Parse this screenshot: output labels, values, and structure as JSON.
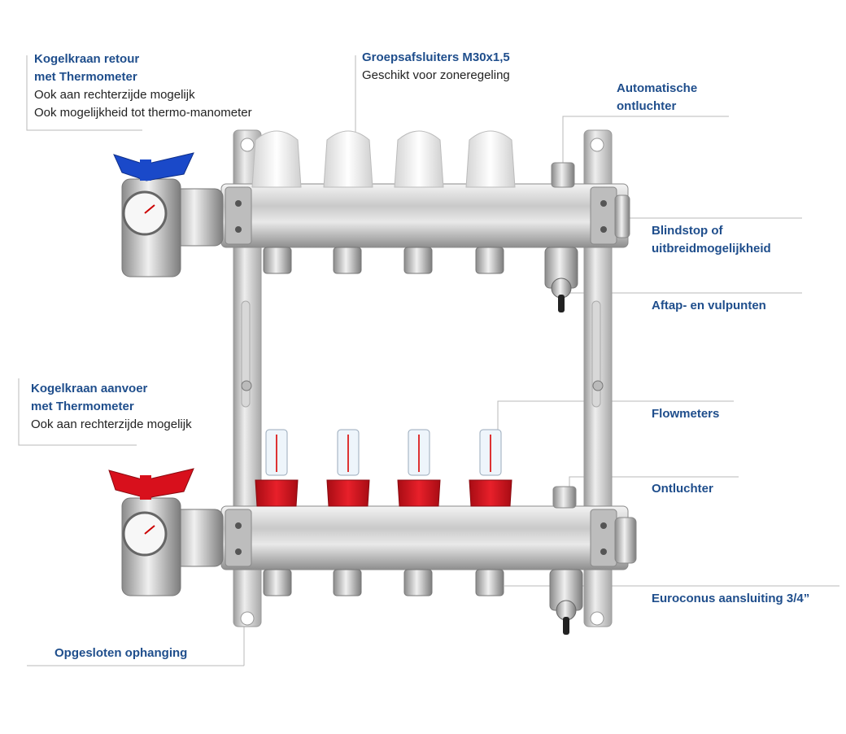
{
  "labels": {
    "return_valve": {
      "title": [
        "Kogelkraan retour",
        "met Thermometer"
      ],
      "sub": [
        "Ook aan rechterzijde mogelijk",
        "Ook mogelijkheid tot thermo-manometer"
      ]
    },
    "group_valves": {
      "title": [
        "Groepsafsluiters M30x1,5"
      ],
      "sub": [
        "Geschikt voor zoneregeling"
      ]
    },
    "auto_vent": {
      "title": [
        "Automatische",
        "ontluchter"
      ]
    },
    "blind_stop": {
      "title": [
        "Blindstop of",
        "uitbreidmogelijkheid"
      ]
    },
    "drain": {
      "title": [
        "Aftap- en vulpunten"
      ]
    },
    "supply_valve": {
      "title": [
        "Kogelkraan aanvoer",
        "met Thermometer"
      ],
      "sub": [
        "Ook aan rechterzijde mogelijk"
      ]
    },
    "flowmeters": {
      "title": [
        "Flowmeters"
      ]
    },
    "vent": {
      "title": [
        "Ontluchter"
      ]
    },
    "euroconus": {
      "title": [
        "Euroconus aansluiting 3/4”"
      ]
    },
    "hanger": {
      "title": [
        "Opgesloten ophanging"
      ]
    }
  },
  "colors": {
    "label_title": "#1f4e8c",
    "supply_handle": "#d8101c",
    "return_handle": "#1a49c9",
    "leader": "#b8b8b8"
  }
}
